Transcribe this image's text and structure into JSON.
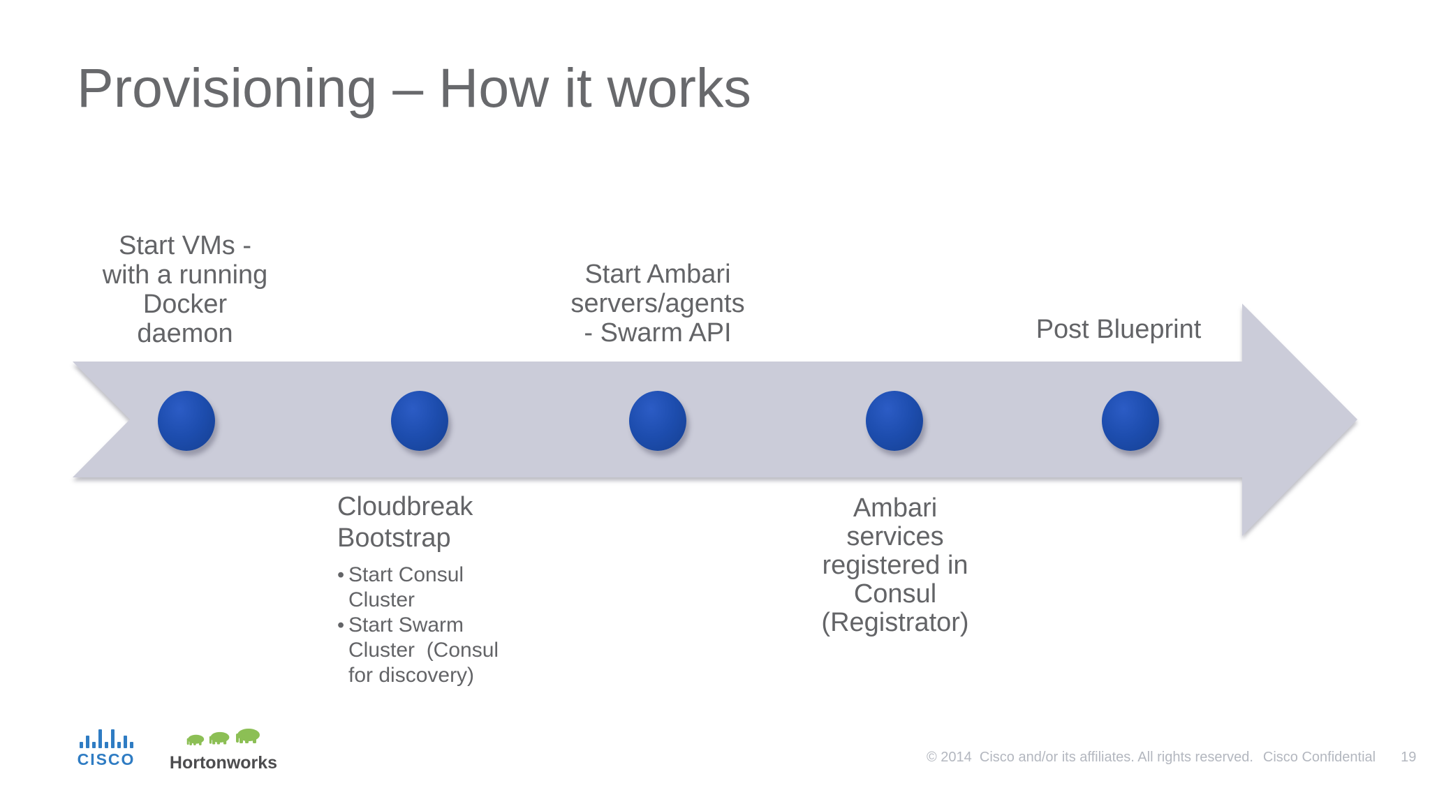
{
  "slide": {
    "title": "Provisioning – How it works",
    "footer": {
      "copyright": "© 2014  Cisco and/or its affiliates. All rights reserved.",
      "confidential": "Cisco Confidential",
      "page_number": "19"
    },
    "logos": {
      "cisco_text": "CISCO",
      "cisco_icon": "cisco-bars-icon",
      "hortonworks_text": "Hortonworks",
      "hortonworks_icon": "hortonworks-elephants-icon"
    },
    "colors": {
      "arrow_fill": "#cbccd9",
      "step_dot_blue": "#1d4dae",
      "label_text_gray": "#636467",
      "title_gray": "#68696c",
      "footer_gray": "#b3b7bf",
      "cisco_blue": "#2f7cc3",
      "hortonworks_green": "#8cbf55"
    }
  },
  "diagram": {
    "type": "process-arrow-timeline",
    "direction": "left-to-right",
    "steps_count": 5,
    "bullet_char": "•",
    "labels_above": [
      {
        "step": 1,
        "text": "Start VMs -\nwith a running\nDocker\ndaemon"
      },
      {
        "step": 3,
        "text": "Start Ambari\nservers/agents\n- Swarm API"
      },
      {
        "step": 5,
        "text": "Post Blueprint"
      }
    ],
    "labels_below": [
      {
        "step": 2,
        "heading": "Cloudbreak\nBootstrap",
        "bullets": [
          "Start Consul\nCluster",
          "Start Swarm\nCluster  (Consul\nfor discovery)"
        ]
      },
      {
        "step": 4,
        "text": "Ambari\nservices\nregistered in\nConsul\n(Registrator)"
      }
    ]
  }
}
